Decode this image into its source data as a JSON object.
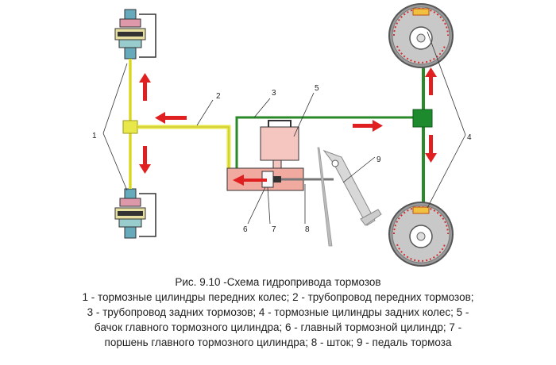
{
  "labels": {
    "n1": "1",
    "n2": "2",
    "n3": "3",
    "n4": "4",
    "n5": "5",
    "n6": "6",
    "n7": "7",
    "n8": "8",
    "n9": "9"
  },
  "colors": {
    "front_line": "#e8e84a",
    "rear_line": "#2a8a2a",
    "arrow": "#e02020",
    "reservoir": "#f5c6c0",
    "cylinder": "#f0aaa0",
    "drum": "#8a8a8a"
  },
  "caption": {
    "title": "Рис. 9.10 -Схема гидропривода тормозов",
    "line1": "1 - тормозные цилиндры передних колес; 2 - трубопровод передних тормозов;",
    "line2": "3 - трубопровод задних тормозов; 4 - тормозные цилиндры задних колес; 5 -",
    "line3": "бачок главного тормозного цилиндра; 6 - главный тормозной цилиндр; 7 -",
    "line4": "поршень главного тормозного цилиндра; 8 - шток; 9 - педаль тормоза"
  }
}
